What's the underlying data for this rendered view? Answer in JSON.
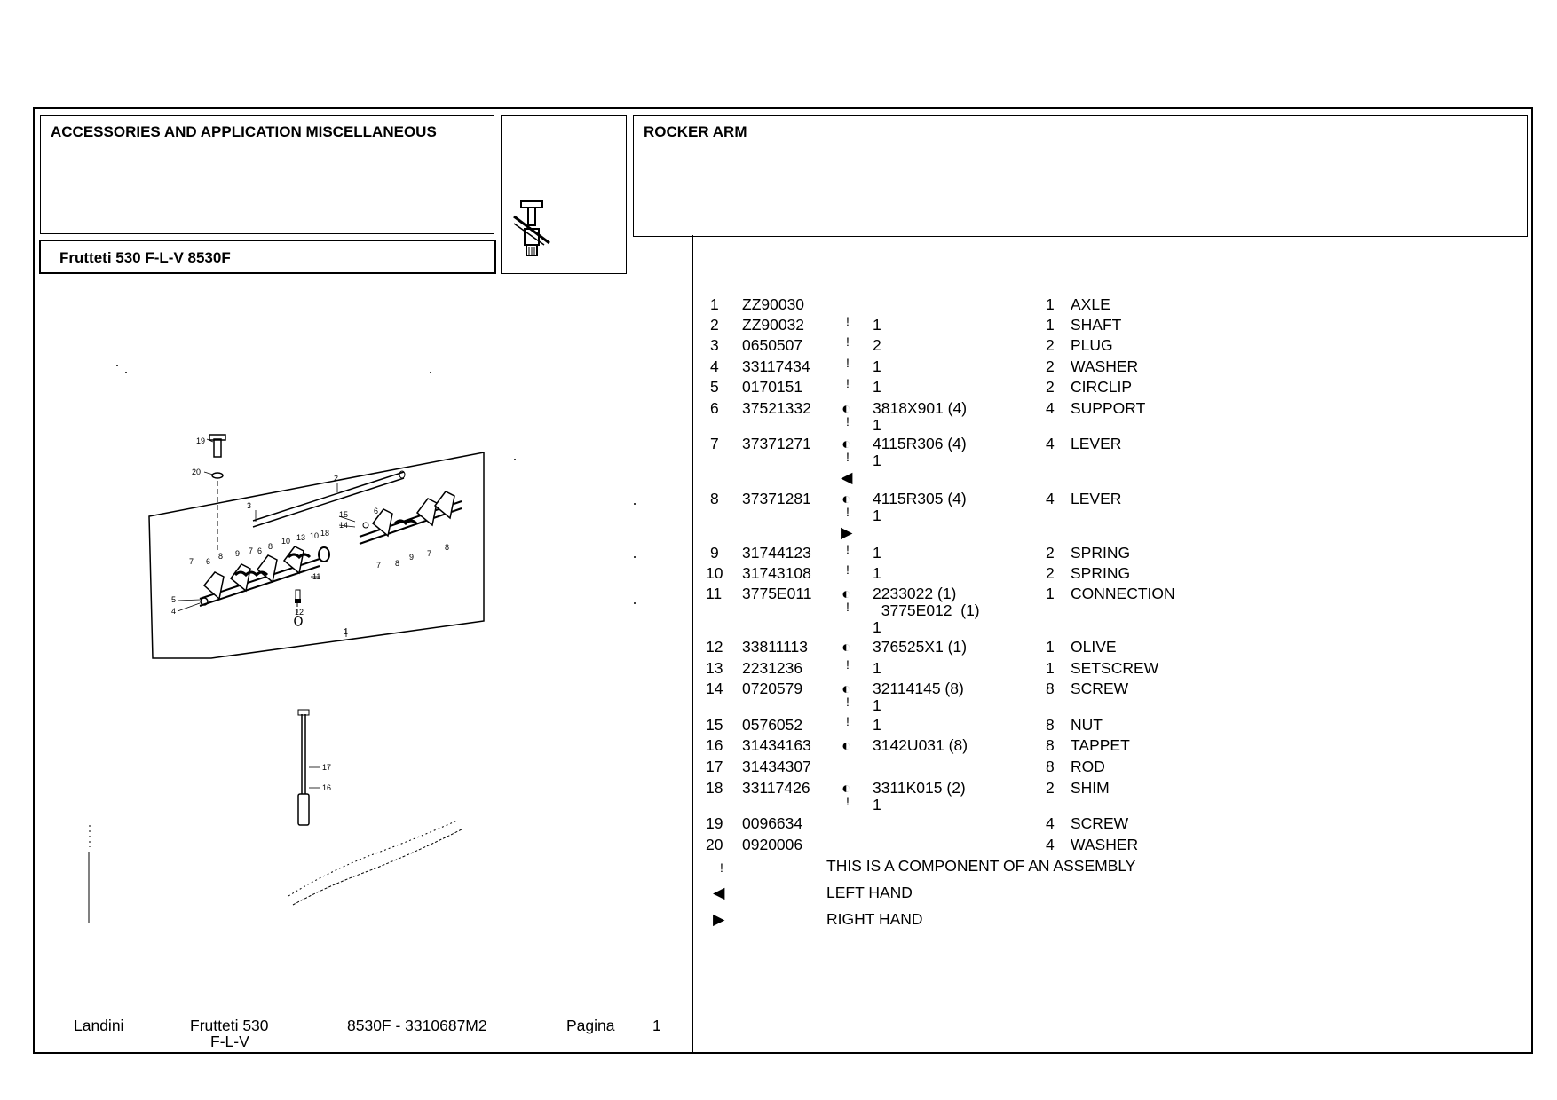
{
  "header": {
    "section_title": "ACCESSORIES AND APPLICATION MISCELLANEOUS",
    "model": "Frutteti 530 F-L-V 8530F",
    "group_title": "ROCKER ARM"
  },
  "parts": [
    {
      "ref": "1",
      "part_no": "ZZ90030",
      "marks": [],
      "alt": [],
      "qty": "1",
      "description": "AXLE"
    },
    {
      "ref": "2",
      "part_no": "ZZ90032",
      "marks": [
        "!"
      ],
      "alt": [
        "1"
      ],
      "qty": "1",
      "description": "SHAFT"
    },
    {
      "ref": "3",
      "part_no": "0650507",
      "marks": [
        "!"
      ],
      "alt": [
        "2"
      ],
      "qty": "2",
      "description": "PLUG"
    },
    {
      "ref": "4",
      "part_no": "33117434",
      "marks": [
        "!"
      ],
      "alt": [
        "1"
      ],
      "qty": "2",
      "description": "WASHER"
    },
    {
      "ref": "5",
      "part_no": "0170151",
      "marks": [
        "!"
      ],
      "alt": [
        "1"
      ],
      "qty": "2",
      "description": "CIRCLIP"
    },
    {
      "ref": "6",
      "part_no": "37521332",
      "marks": [
        "◐",
        "!"
      ],
      "alt": [
        "3818X901  (4)",
        "1"
      ],
      "qty": "4",
      "description": "SUPPORT"
    },
    {
      "ref": "7",
      "part_no": "37371271",
      "marks": [
        "◐",
        "!",
        "◀"
      ],
      "alt": [
        "4115R306  (4)",
        "1"
      ],
      "qty": "4",
      "description": "LEVER"
    },
    {
      "ref": "8",
      "part_no": "37371281",
      "marks": [
        "◐",
        "!",
        "▶"
      ],
      "alt": [
        "4115R305  (4)",
        "1"
      ],
      "qty": "4",
      "description": "LEVER"
    },
    {
      "ref": "9",
      "part_no": "31744123",
      "marks": [
        "!"
      ],
      "alt": [
        "1"
      ],
      "qty": "2",
      "description": "SPRING"
    },
    {
      "ref": "10",
      "part_no": "31743108",
      "marks": [
        "!"
      ],
      "alt": [
        "1"
      ],
      "qty": "2",
      "description": "SPRING"
    },
    {
      "ref": "11",
      "part_no": "3775E011",
      "marks": [
        "◐",
        "!"
      ],
      "alt": [
        "2233022  (1)",
        "  3775E012  (1)",
        "1"
      ],
      "qty": "1",
      "description": "CONNECTION"
    },
    {
      "ref": "12",
      "part_no": "33811113",
      "marks": [
        "◐"
      ],
      "alt": [
        "376525X1  (1)"
      ],
      "qty": "1",
      "description": "OLIVE"
    },
    {
      "ref": "13",
      "part_no": "2231236",
      "marks": [
        "!"
      ],
      "alt": [
        "1"
      ],
      "qty": "1",
      "description": "SETSCREW"
    },
    {
      "ref": "14",
      "part_no": "0720579",
      "marks": [
        "◐",
        "!"
      ],
      "alt": [
        "32114145  (8)",
        "1"
      ],
      "qty": "8",
      "description": "SCREW"
    },
    {
      "ref": "15",
      "part_no": "0576052",
      "marks": [
        "!"
      ],
      "alt": [
        "1"
      ],
      "qty": "8",
      "description": "NUT"
    },
    {
      "ref": "16",
      "part_no": "31434163",
      "marks": [
        "◐"
      ],
      "alt": [
        "3142U031  (8)"
      ],
      "qty": "8",
      "description": "TAPPET"
    },
    {
      "ref": "17",
      "part_no": "31434307",
      "marks": [],
      "alt": [],
      "qty": "8",
      "description": "ROD"
    },
    {
      "ref": "18",
      "part_no": "33117426",
      "marks": [
        "◐",
        "!"
      ],
      "alt": [
        "3311K015  (2)",
        "1"
      ],
      "qty": "2",
      "description": "SHIM"
    },
    {
      "ref": "19",
      "part_no": "0096634",
      "marks": [],
      "alt": [],
      "qty": "4",
      "description": "SCREW"
    },
    {
      "ref": "20",
      "part_no": "0920006",
      "marks": [],
      "alt": [],
      "qty": "4",
      "description": "WASHER"
    }
  ],
  "legend": [
    {
      "symbol": "!",
      "text": "THIS IS A COMPONENT OF AN ASSEMBLY"
    },
    {
      "symbol": "◀",
      "text": "LEFT HAND"
    },
    {
      "symbol": "▶",
      "text": "RIGHT HAND"
    }
  ],
  "diagram_labels": [
    "19",
    "20",
    "2",
    "3",
    "15",
    "14",
    "6",
    "7",
    "6",
    "8",
    "9",
    "7",
    "6",
    "8",
    "10",
    "13",
    "10",
    "18",
    "11",
    "5",
    "4",
    "12",
    "1",
    "7",
    "8",
    "9",
    "7",
    "8",
    "17",
    "16"
  ],
  "footer": {
    "brand": "Landini",
    "model_line1": "Frutteti 530",
    "model_line2": "F-L-V",
    "code": "8530F - 3310687M2",
    "page_label": "Pagina",
    "page_number": "1"
  }
}
